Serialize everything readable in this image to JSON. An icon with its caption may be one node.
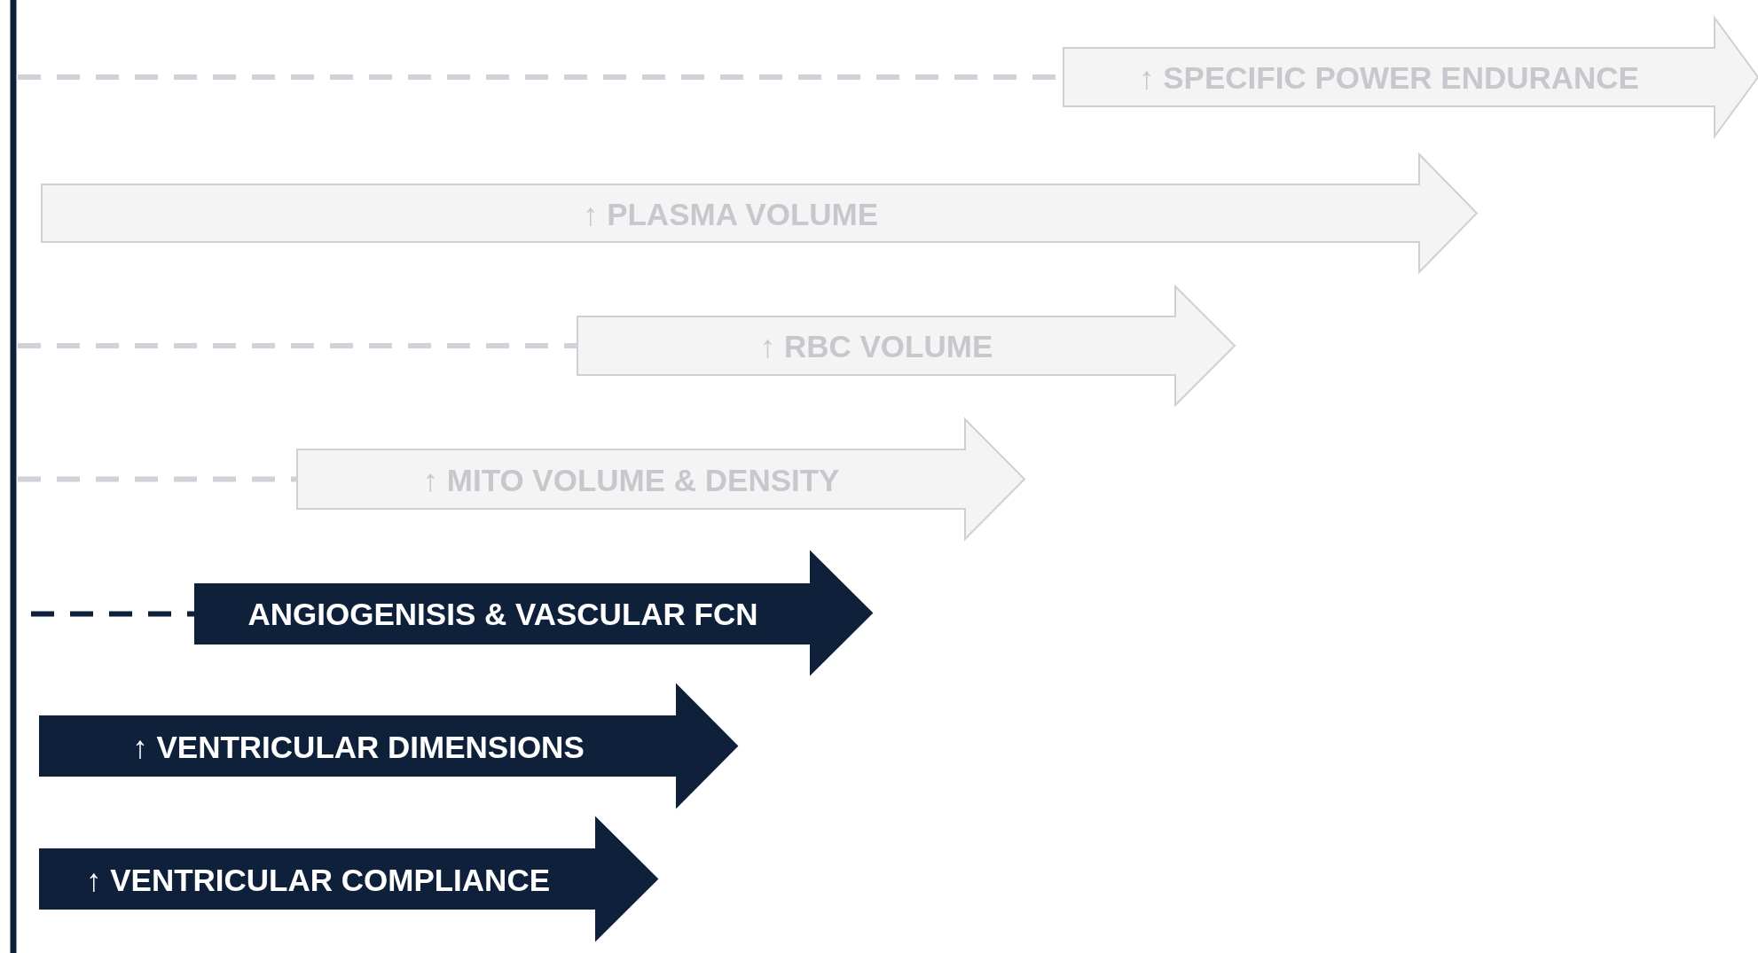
{
  "diagram": {
    "nodes": [
      {
        "text": [
          "↑ SPECIFIC POWER ENDURANCE"
        ]
      },
      {
        "text": [
          "↑ PLASMA VOLUME"
        ]
      },
      {
        "text": [
          "↑ RBC VOLUME"
        ]
      },
      {
        "text": [
          "↑ MITO VOLUME & DENSITY"
        ]
      },
      {
        "text": [
          "ANGIOGENISIS & VASCULAR FCN"
        ]
      },
      {
        "text": [
          "↑ VENTRICULAR DIMENSIONS"
        ]
      },
      {
        "text": [
          "↑ VENTRICULAR COMPLIANCE"
        ]
      }
    ],
    "edges": [
      {
        "from": null,
        "to": 0,
        "arrow": "none",
        "style": "dashed"
      },
      {
        "from": null,
        "to": 2,
        "arrow": "none",
        "style": "dashed"
      },
      {
        "from": null,
        "to": 3,
        "arrow": "none",
        "style": "dashed"
      },
      {
        "from": null,
        "to": 4,
        "arrow": "none",
        "style": "dashed",
        "color": "#0f203a"
      }
    ]
  }
}
